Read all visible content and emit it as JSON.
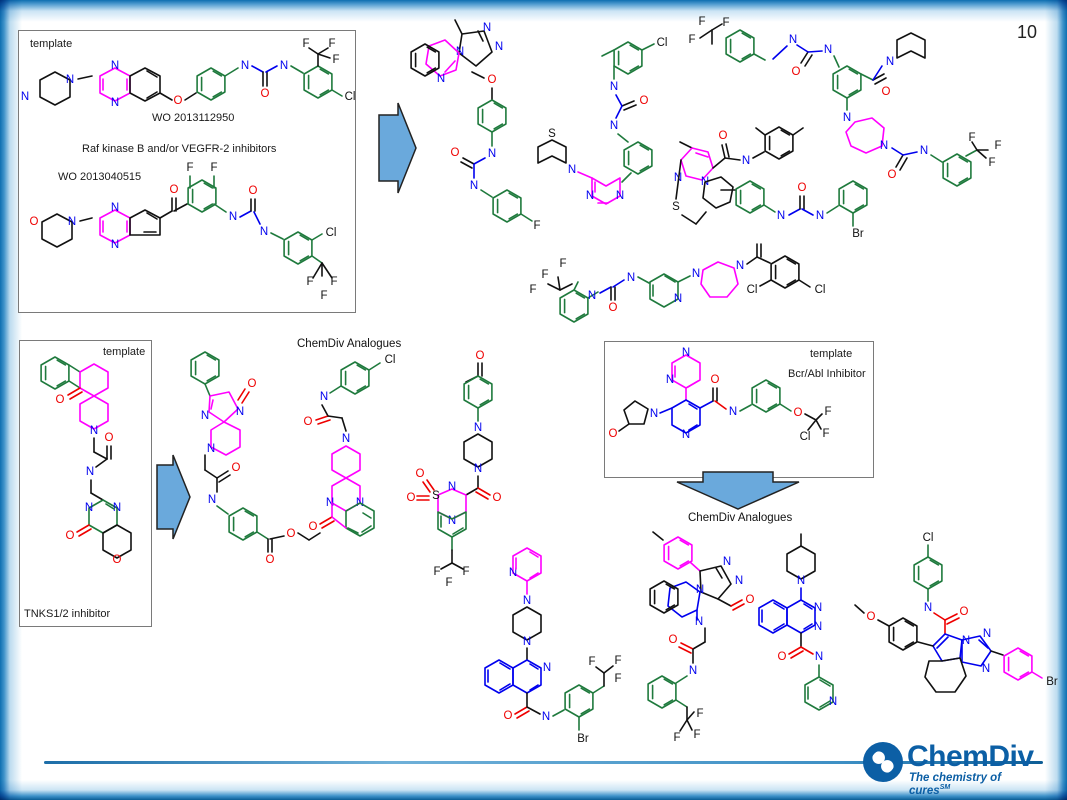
{
  "slide": {
    "page_number": "10",
    "background_color": "#ffffff",
    "frame_color": "#0d6fb0"
  },
  "brand": {
    "name": "ChemDiv",
    "tagline": "The chemistry of cures",
    "tagline_mark": "SM",
    "color": "#0c5fa5"
  },
  "templates": [
    {
      "id": "kinase-template-box",
      "label": "template",
      "patent_1": "WO 2013112950",
      "target": "Raf kinase B and/or VEGFR-2 inhibitors",
      "patent_2": "WO 2013040515"
    },
    {
      "id": "tnks-template-box",
      "label": "template",
      "target": "TNKS1/2 inhibitor"
    },
    {
      "id": "bcrabl-template-box",
      "label": "template",
      "target": "Bcr/Abl Inhibitor"
    }
  ],
  "captions": {
    "analogues_middle": "ChemDiv Analogues",
    "analogues_bottom": "ChemDiv Analogues"
  },
  "arrows": [
    {
      "name": "arrow-kinase-to-analogues",
      "direction": "right",
      "color": "#6aa9dc"
    },
    {
      "name": "arrow-tnks-to-analogues",
      "direction": "right",
      "color": "#6aa9dc"
    },
    {
      "name": "arrow-bcrabl-to-analogues",
      "direction": "down",
      "color": "#6aa9dc"
    }
  ],
  "palette": {
    "scaffold_magenta": "#ff00ff",
    "aryl_green": "#1f7a3d",
    "nitrogen_blue": "#0000ee",
    "oxygen_red": "#ee0000",
    "carbon_black": "#111111",
    "arrow_blue": "#6aa9dc"
  },
  "atom_labels": {
    "nitrogen": "N",
    "oxygen": "O",
    "sulfur": "S",
    "fluorine": "F",
    "chlorine": "Cl",
    "bromine": "Br"
  },
  "chart_data": {
    "type": "diagram",
    "title": "Template-to-analogue medicinal chemistry scaffold map",
    "panels": [
      {
        "name": "kinase-panel",
        "template_label": "template",
        "patents": [
          "WO 2013112950",
          "WO 2013040515"
        ],
        "target_class": "Raf kinase B and/or VEGFR-2 inhibitors",
        "analogue_count": 6
      },
      {
        "name": "tnks-panel",
        "template_label": "template",
        "target_class": "TNKS1/2 inhibitor",
        "analogues_caption": "ChemDiv Analogues",
        "analogue_count": 4
      },
      {
        "name": "bcrabl-panel",
        "template_label": "template",
        "target_class": "Bcr/Abl Inhibitor",
        "analogues_caption": "ChemDiv Analogues",
        "analogue_count": 4
      }
    ]
  }
}
